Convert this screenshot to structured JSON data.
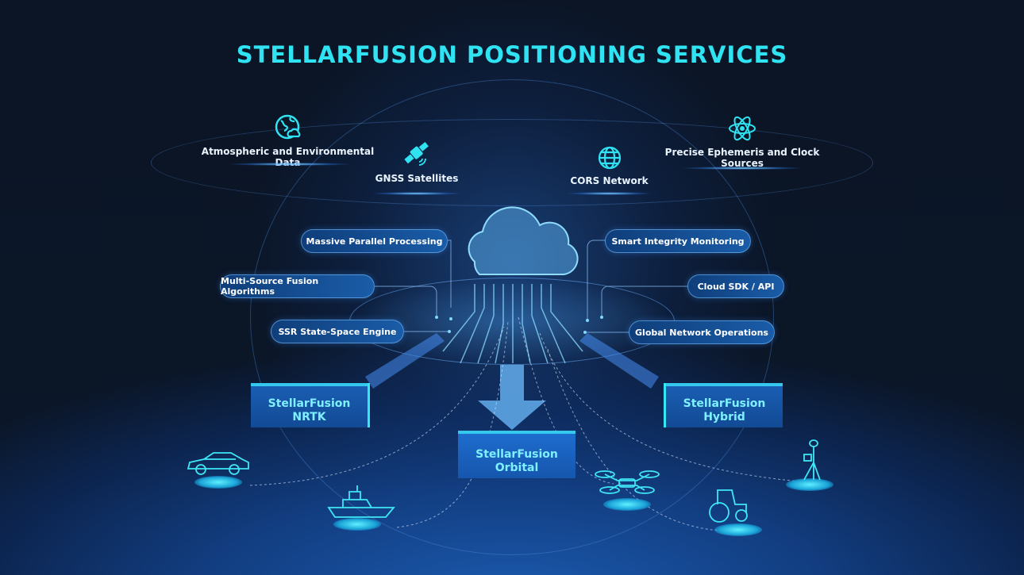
{
  "title": "STELLARFUSION POSITIONING SERVICES",
  "sources": [
    {
      "label": "Atmospheric and Environmental Data",
      "icon": "globe-cloud-icon"
    },
    {
      "label": "GNSS Satellites",
      "icon": "satellite-icon"
    },
    {
      "label": "CORS Network",
      "icon": "network-globe-icon"
    },
    {
      "label": "Precise Ephemeris and Clock Sources",
      "icon": "atom-icon"
    }
  ],
  "capabilities_left": [
    "Massive Parallel Processing",
    "Multi-Source Fusion Algorithms",
    "SSR State-Space Engine"
  ],
  "capabilities_right": [
    "Smart Integrity Monitoring",
    "Cloud SDK / API",
    "Global Network Operations"
  ],
  "products": [
    {
      "line1": "StellarFusion",
      "line2": "NRTK"
    },
    {
      "line1": "StellarFusion",
      "line2": "Orbital"
    },
    {
      "line1": "StellarFusion",
      "line2": "Hybrid"
    }
  ],
  "applications": [
    "car-icon",
    "boat-icon",
    "drone-icon",
    "tractor-icon",
    "survey-pole-icon"
  ],
  "colors": {
    "accent": "#2fe3f2",
    "background": "#0a1322"
  }
}
